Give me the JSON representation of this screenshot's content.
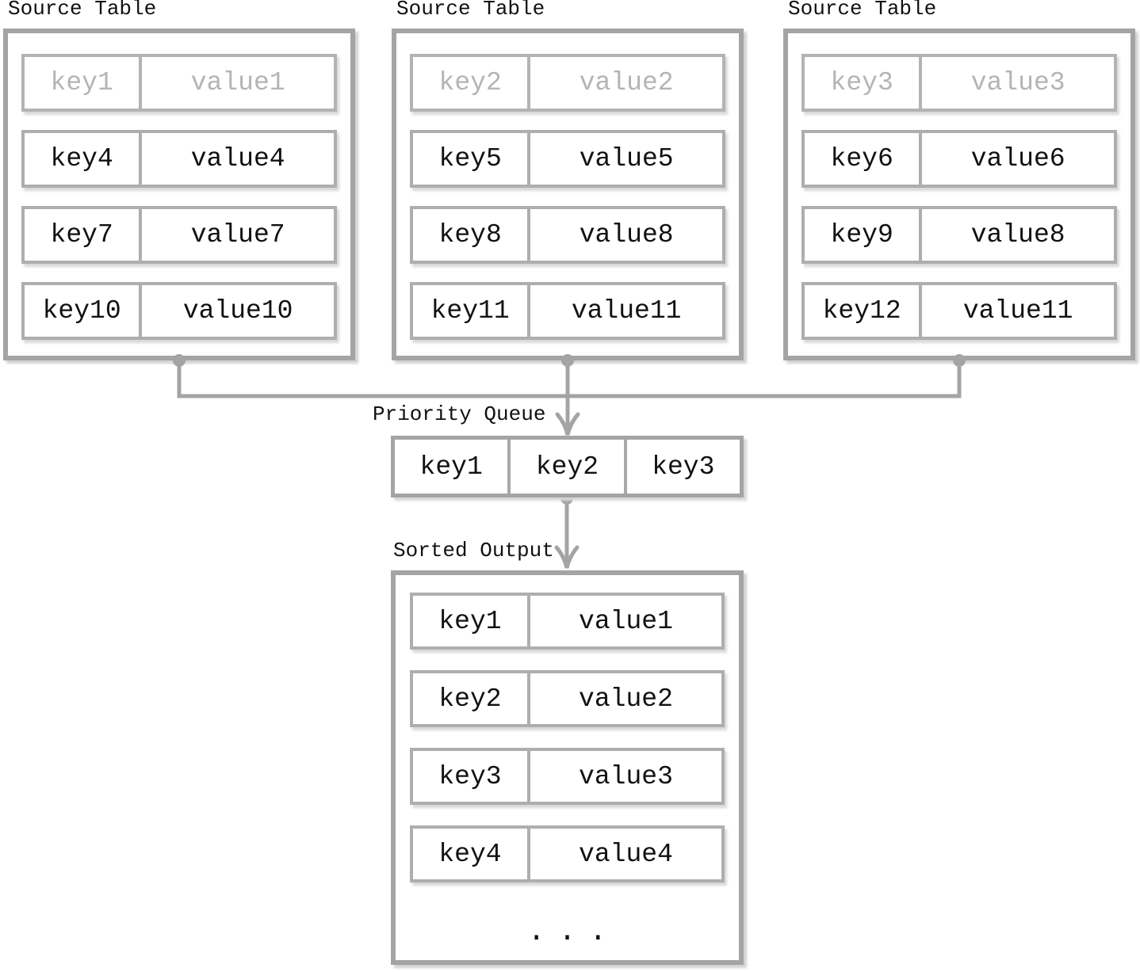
{
  "colors": {
    "box_border": "#a4a4a4",
    "row_border": "#aeaeae",
    "connector": "#a4a4a4",
    "text": "#111111",
    "faded_text": "#b4b4b4",
    "background": "#ffffff"
  },
  "source_tables": [
    {
      "title": "Source Table",
      "rows": [
        {
          "key": "key1",
          "value": "value1"
        },
        {
          "key": "key4",
          "value": "value4"
        },
        {
          "key": "key7",
          "value": "value7"
        },
        {
          "key": "key10",
          "value": "value10"
        }
      ]
    },
    {
      "title": "Source Table",
      "rows": [
        {
          "key": "key2",
          "value": "value2"
        },
        {
          "key": "key5",
          "value": "value5"
        },
        {
          "key": "key8",
          "value": "value8"
        },
        {
          "key": "key11",
          "value": "value11"
        }
      ]
    },
    {
      "title": "Source Table",
      "rows": [
        {
          "key": "key3",
          "value": "value3"
        },
        {
          "key": "key6",
          "value": "value6"
        },
        {
          "key": "key9",
          "value": "value8"
        },
        {
          "key": "key12",
          "value": "value11"
        }
      ]
    }
  ],
  "priority_queue": {
    "label": "Priority Queue",
    "cells": [
      "key1",
      "key2",
      "key3"
    ]
  },
  "sorted_output": {
    "label": "Sorted Output",
    "rows": [
      {
        "key": "key1",
        "value": "value1"
      },
      {
        "key": "key2",
        "value": "value2"
      },
      {
        "key": "key3",
        "value": "value3"
      },
      {
        "key": "key4",
        "value": "value4"
      }
    ],
    "ellipsis": "..."
  }
}
